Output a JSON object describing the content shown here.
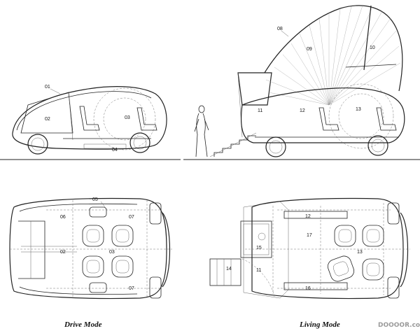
{
  "labels": {
    "side_drive": [
      "01",
      "02",
      "03",
      "04"
    ],
    "side_living": [
      "08",
      "09",
      "10",
      "11",
      "12",
      "13"
    ],
    "plan_drive": [
      "05",
      "06",
      "07",
      "02",
      "03",
      "07"
    ],
    "plan_living": [
      "12",
      "17",
      "15",
      "13",
      "14",
      "11",
      "16"
    ]
  },
  "captions": {
    "drive": "Drive Mode",
    "living": "Living Mode"
  },
  "watermark": "DOOOOR.com"
}
